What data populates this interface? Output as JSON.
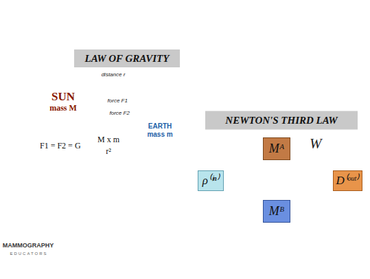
{
  "diagram": {
    "nodes": [
      {
        "text": [
          "SUN",
          "mass M"
        ]
      },
      {
        "text": [
          "EARTH",
          "mass m"
        ]
      },
      {
        "text": [
          "ρ⁽ⁱⁿ⁾"
        ]
      },
      {
        "text": [
          "W"
        ]
      },
      {
        "text": [
          "Mᴬ"
        ],
        "in": 3
      },
      {
        "text": [
          "Mᴮ"
        ],
        "in": 3
      },
      {
        "text": [
          "D⁽ᵒᵘᵗ⁾"
        ]
      }
    ],
    "edges": [
      {
        "from": 0,
        "to": 1,
        "arrow": "none",
        "label": "distance r"
      },
      {
        "from": 0,
        "to": 1,
        "arrow": "to",
        "label": "force F1"
      },
      {
        "from": 1,
        "to": 0,
        "arrow": "to",
        "label": "force F2"
      },
      {
        "from": 2,
        "to": 3,
        "arrow": "to"
      },
      {
        "from": 3,
        "to": 6,
        "arrow": "to"
      },
      {
        "from": 2,
        "to": 4,
        "arrow": "to"
      },
      {
        "from": 2,
        "to": 5,
        "arrow": "to"
      },
      {
        "from": 4,
        "to": 6,
        "arrow": "none"
      },
      {
        "from": 5,
        "to": 6,
        "arrow": "none"
      }
    ],
    "labels": [
      "LAW OF GRAVITY",
      "NEWTON'S THIRD LAW",
      "F1 = F2 = G",
      "M x m",
      "r²",
      "MAMMOGRAPHY",
      "EDUCATORS"
    ]
  }
}
